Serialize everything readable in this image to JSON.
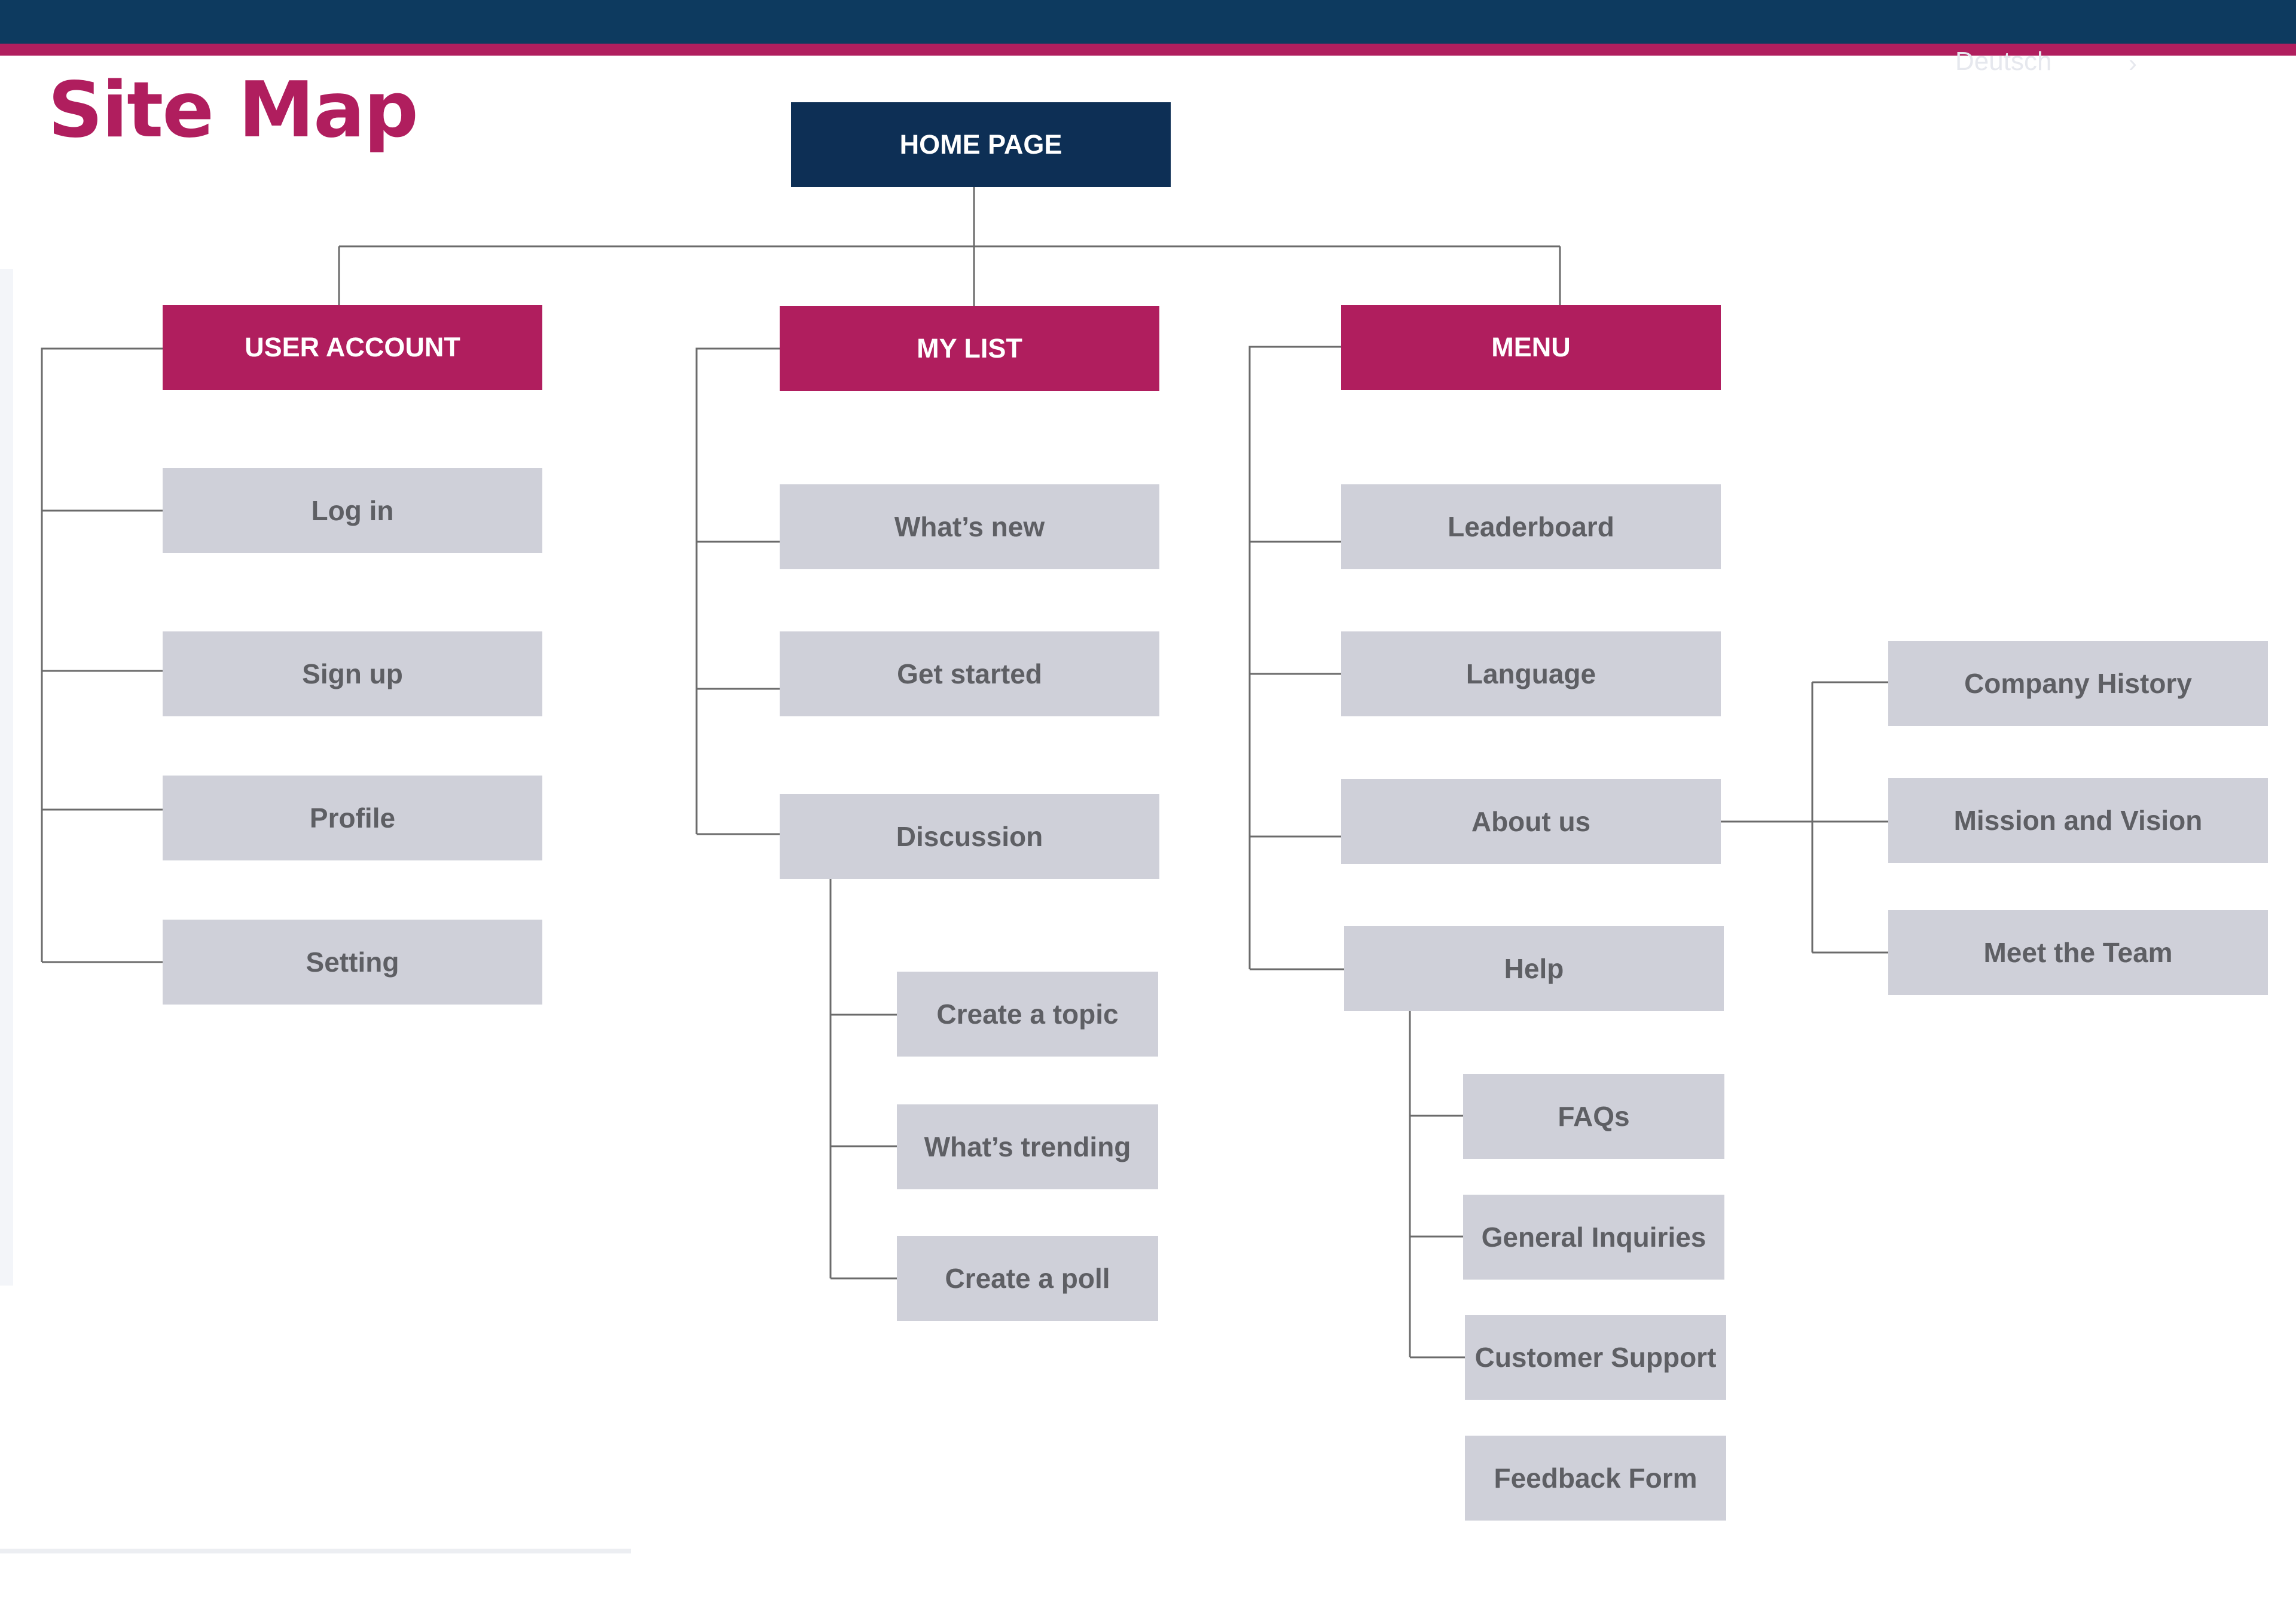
{
  "title": "Site Map",
  "header": {
    "language_label": "Deutsch"
  },
  "colors": {
    "header_band": "#0d3a5f",
    "accent": "#b01e5e",
    "root_box": "#0d2f55",
    "leaf_box": "#cfd0d9",
    "leaf_text": "#5e5f64",
    "connector": "#6b6b6b"
  },
  "icons": [
    "chevron-right-icon"
  ],
  "sitemap": {
    "root": "HOME PAGE",
    "user_account": {
      "label": "USER ACCOUNT",
      "items": [
        "Log in",
        "Sign up",
        "Profile",
        "Setting"
      ]
    },
    "my_list": {
      "label": "MY LIST",
      "items": [
        "What’s new",
        "Get started",
        "Discussion"
      ],
      "discussion_items": [
        "Create a topic",
        "What’s trending",
        "Create a poll"
      ]
    },
    "menu": {
      "label": "MENU",
      "items": [
        "Leaderboard",
        "Language",
        "About us",
        "Help"
      ],
      "about_items": [
        "Company History",
        "Mission and Vision",
        "Meet the Team"
      ],
      "help_items": [
        "FAQs",
        "General Inquiries",
        "Customer Support",
        "Feedback Form"
      ]
    }
  }
}
